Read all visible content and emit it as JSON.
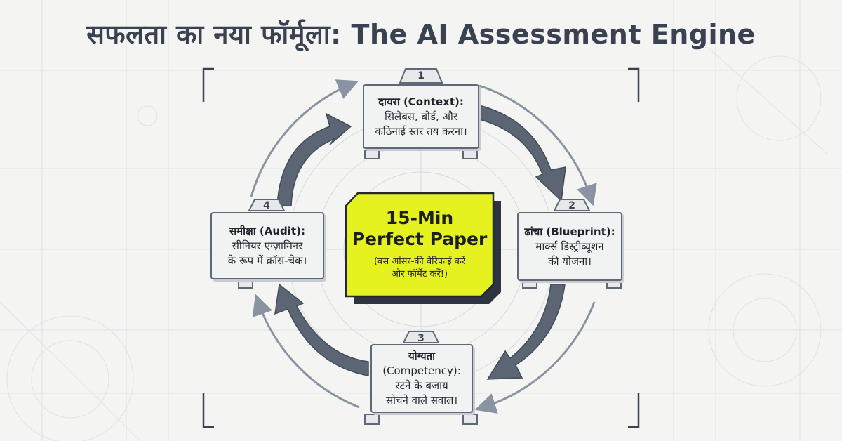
{
  "title": "सफलता का नया फॉर्मूला: The AI Assessment Engine",
  "center": {
    "main_line1": "15-Min",
    "main_line2": "Perfect Paper",
    "sub_line1": "(बस आंसर-की वेरिफाई करें",
    "sub_line2": "और फॉर्मेट करें!)"
  },
  "steps": [
    {
      "number": "1",
      "head": "दायरा (Context):",
      "line2": "सिलेबस, बोर्ड, और",
      "line3": "कठिनाई स्तर तय करना।"
    },
    {
      "number": "2",
      "head": "ढांचा (Blueprint):",
      "line2": "मार्क्स डिस्ट्रीब्यूशन",
      "line3": "की योजना।"
    },
    {
      "number": "3",
      "head": "योग्यता",
      "line2": "(Competency):",
      "line3": "रटने के बजाय",
      "line4": "सोचने वाले सवाल।"
    },
    {
      "number": "4",
      "head": "समीक्षा (Audit):",
      "line2": "सीनियर एग्ज़ामिनर",
      "line3": "के रूप में क्रॉस-चेक।"
    }
  ],
  "colors": {
    "background": "#f4f5f2",
    "arrow": "#5b6573",
    "highlight": "#e6f21f",
    "card_border": "#5e6876",
    "title": "#3a4252"
  }
}
